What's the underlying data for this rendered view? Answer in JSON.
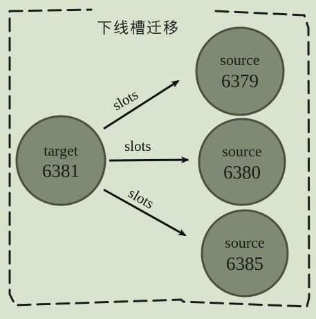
{
  "title": "下线槽迁移",
  "colors": {
    "background": "#d9e4cf",
    "node_fill": "#7f8a72",
    "node_stroke": "#4a4f44",
    "border": "#1b1b1b",
    "arrow": "#111111"
  },
  "nodes": [
    {
      "id": "target",
      "role": "target",
      "port": "6381"
    },
    {
      "id": "source1",
      "role": "source",
      "port": "6379"
    },
    {
      "id": "source2",
      "role": "source",
      "port": "6380"
    },
    {
      "id": "source3",
      "role": "source",
      "port": "6385"
    }
  ],
  "edges": [
    {
      "from": "target",
      "to": "source1",
      "label": "slots"
    },
    {
      "from": "target",
      "to": "source2",
      "label": "slots"
    },
    {
      "from": "target",
      "to": "source3",
      "label": "slots"
    }
  ]
}
